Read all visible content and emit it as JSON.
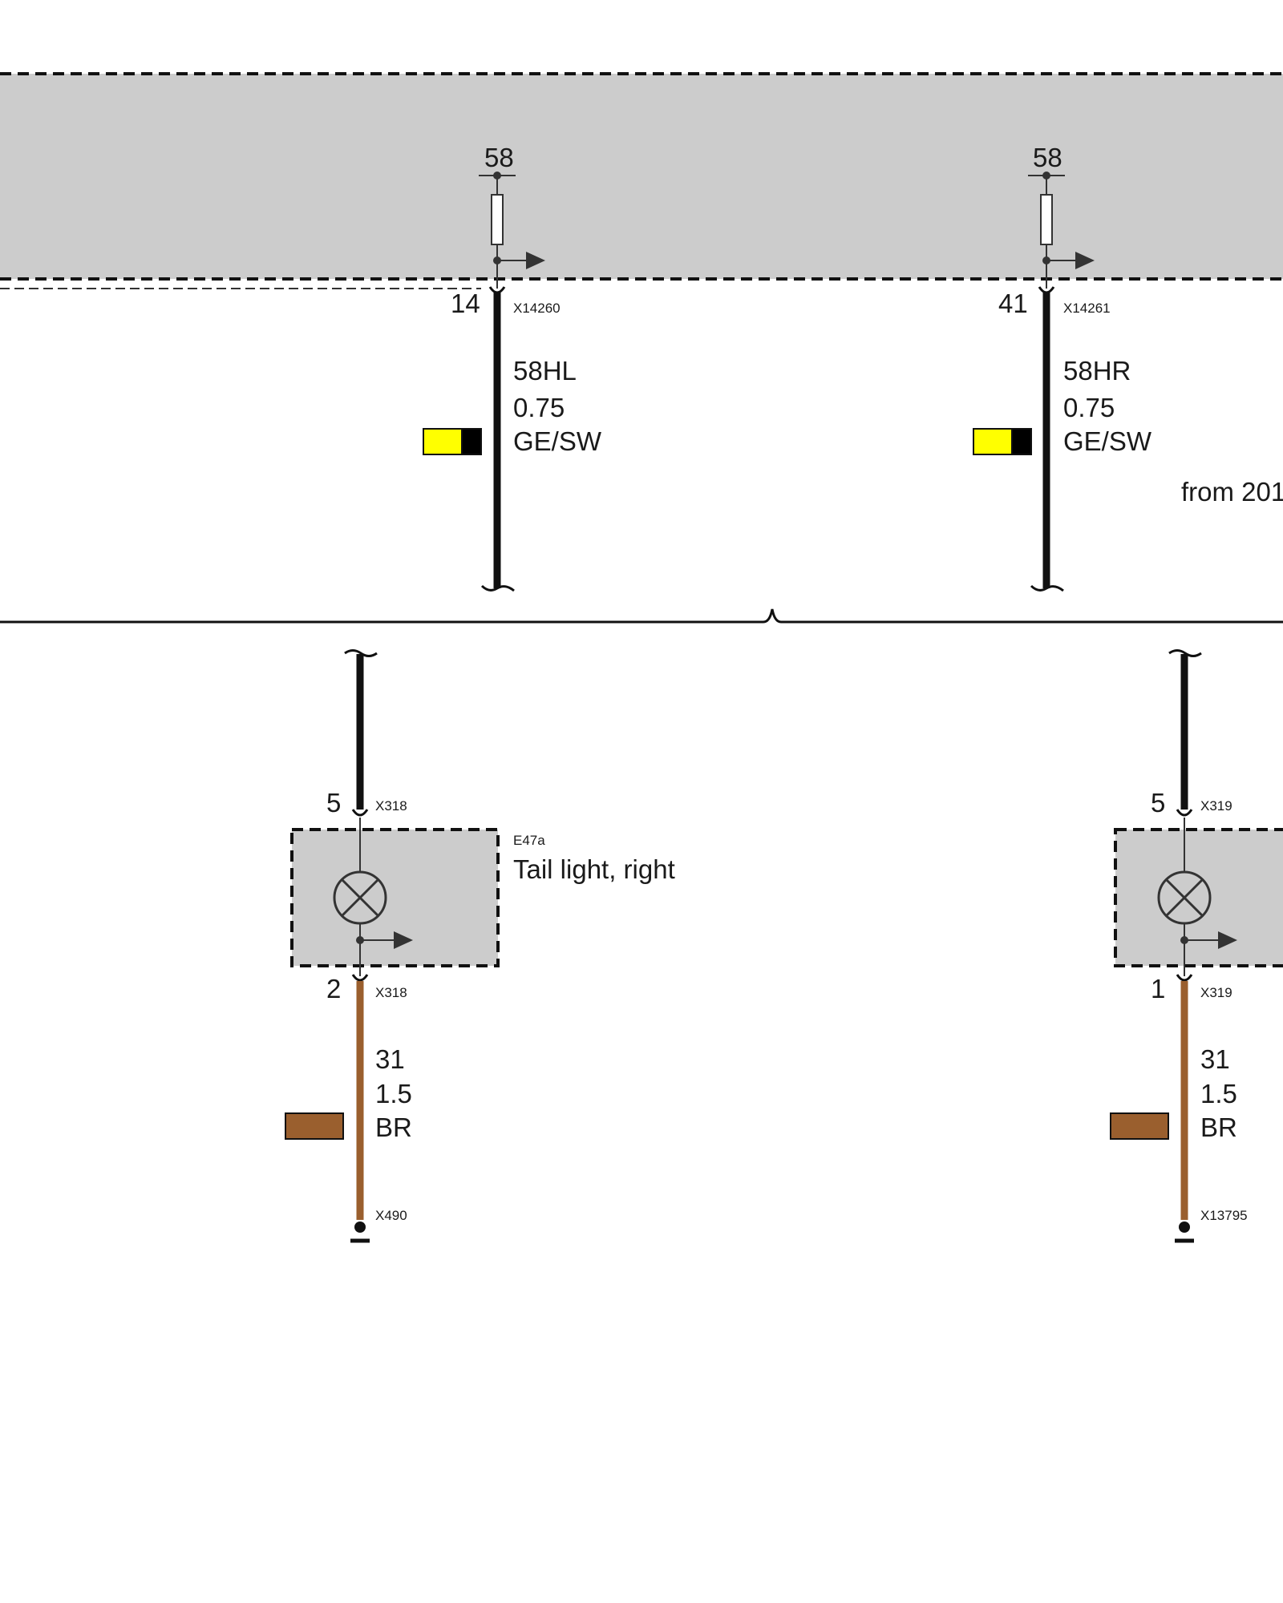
{
  "top_module": {
    "fill": "#cccccc",
    "note": "from 201"
  },
  "upper_circuits": [
    {
      "terminal": "58",
      "pin": "14",
      "connector": "X14260",
      "signal": "58HL",
      "cross_section": "0.75",
      "color_code": "GE/SW",
      "swatch_colors": [
        "#ffff00",
        "#000000"
      ]
    },
    {
      "terminal": "58",
      "pin": "41",
      "connector": "X14261",
      "signal": "58HR",
      "cross_section": "0.75",
      "color_code": "GE/SW",
      "swatch_colors": [
        "#ffff00",
        "#000000"
      ]
    }
  ],
  "lower_circuits": [
    {
      "pin_top": "5",
      "connector_top": "X318",
      "component_id": "E47a",
      "component_label": "Tail light, right",
      "pin_bottom": "2",
      "connector_bottom": "X318",
      "signal": "31",
      "cross_section": "1.5",
      "color_code": "BR",
      "swatch_color": "#9a5f2e",
      "ground": "X490"
    },
    {
      "pin_top": "5",
      "connector_top": "X319",
      "pin_bottom": "1",
      "connector_bottom": "X319",
      "signal": "31",
      "cross_section": "1.5",
      "color_code": "BR",
      "swatch_color": "#9a5f2e",
      "ground": "X13795"
    }
  ],
  "colors": {
    "wire_black": "#111111",
    "wire_brown": "#9a5f2e",
    "module_fill": "#cccccc",
    "line": "#333333"
  }
}
